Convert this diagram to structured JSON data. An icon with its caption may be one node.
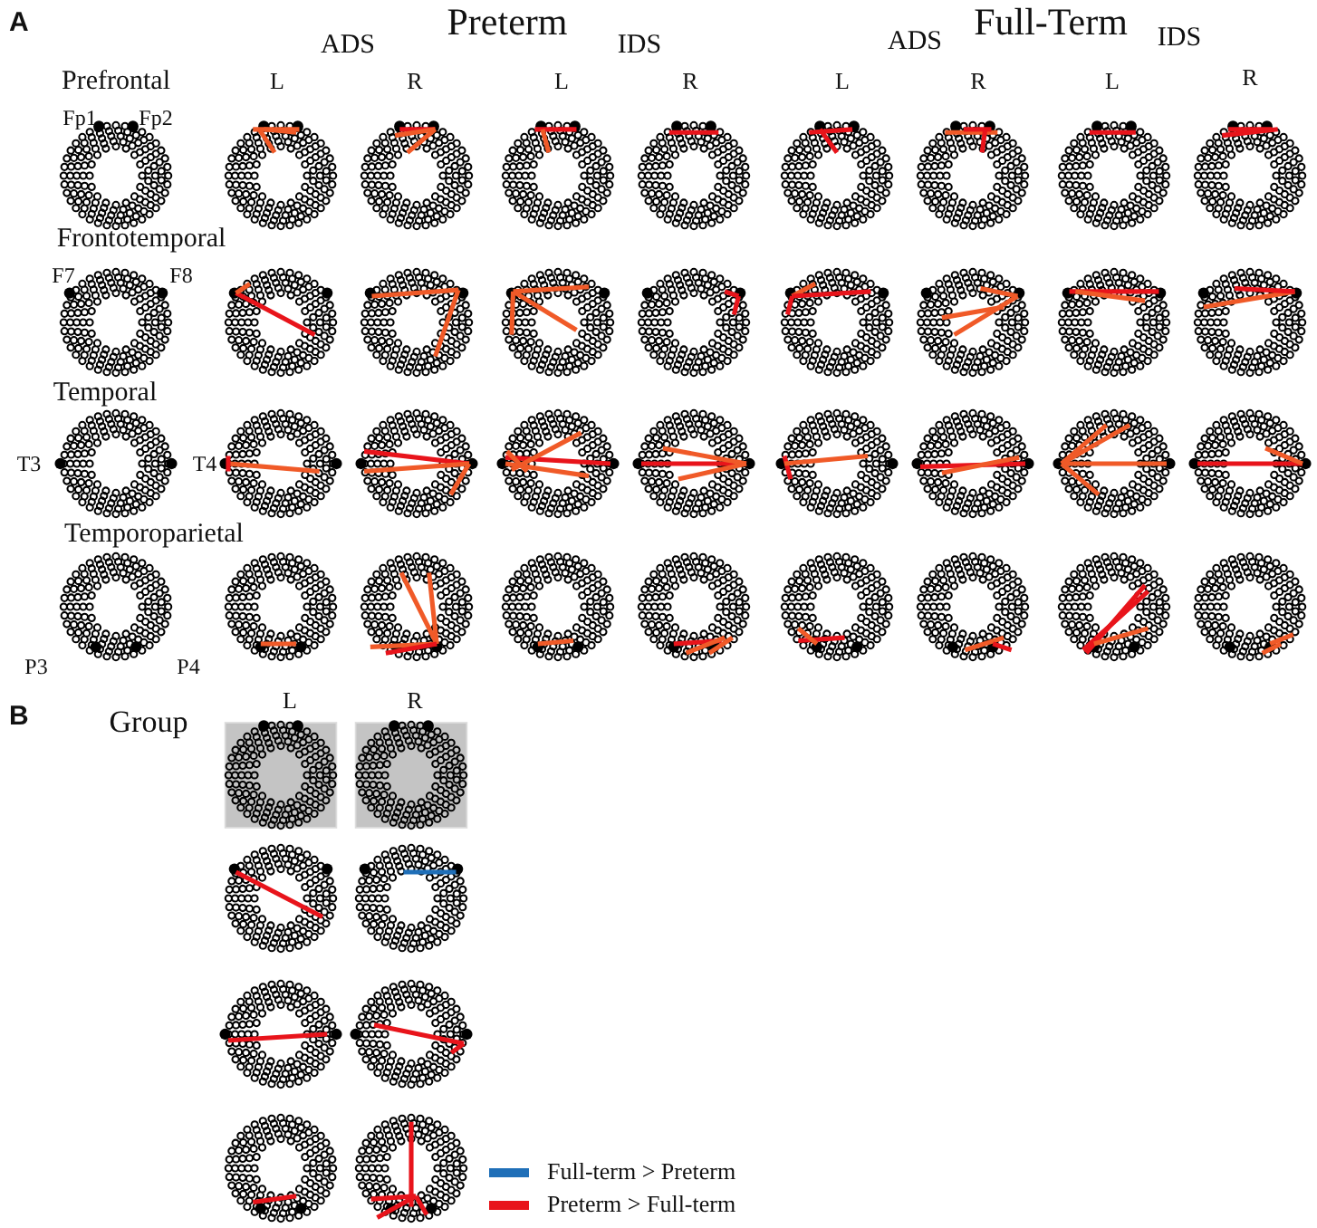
{
  "diagram": {
    "labels": [
      "A",
      "Preterm",
      "Full-Term",
      "ADS",
      "IDS",
      "ADS",
      "IDS",
      "Prefrontal",
      "L",
      "R",
      "L",
      "R",
      "L",
      "R",
      "L",
      "R",
      "Fp1",
      "Fp2",
      "Frontotemporal",
      "F7",
      "F8",
      "Temporal",
      "T3",
      "T4",
      "Temporoparietal",
      "P3",
      "P4",
      "B",
      "Group",
      "L",
      "R"
    ],
    "legend": [
      {
        "text": "Full-term > Preterm",
        "color": "#1f6fb8"
      },
      {
        "text": "Preterm > Full-term",
        "color": "#e8141b"
      }
    ]
  }
}
